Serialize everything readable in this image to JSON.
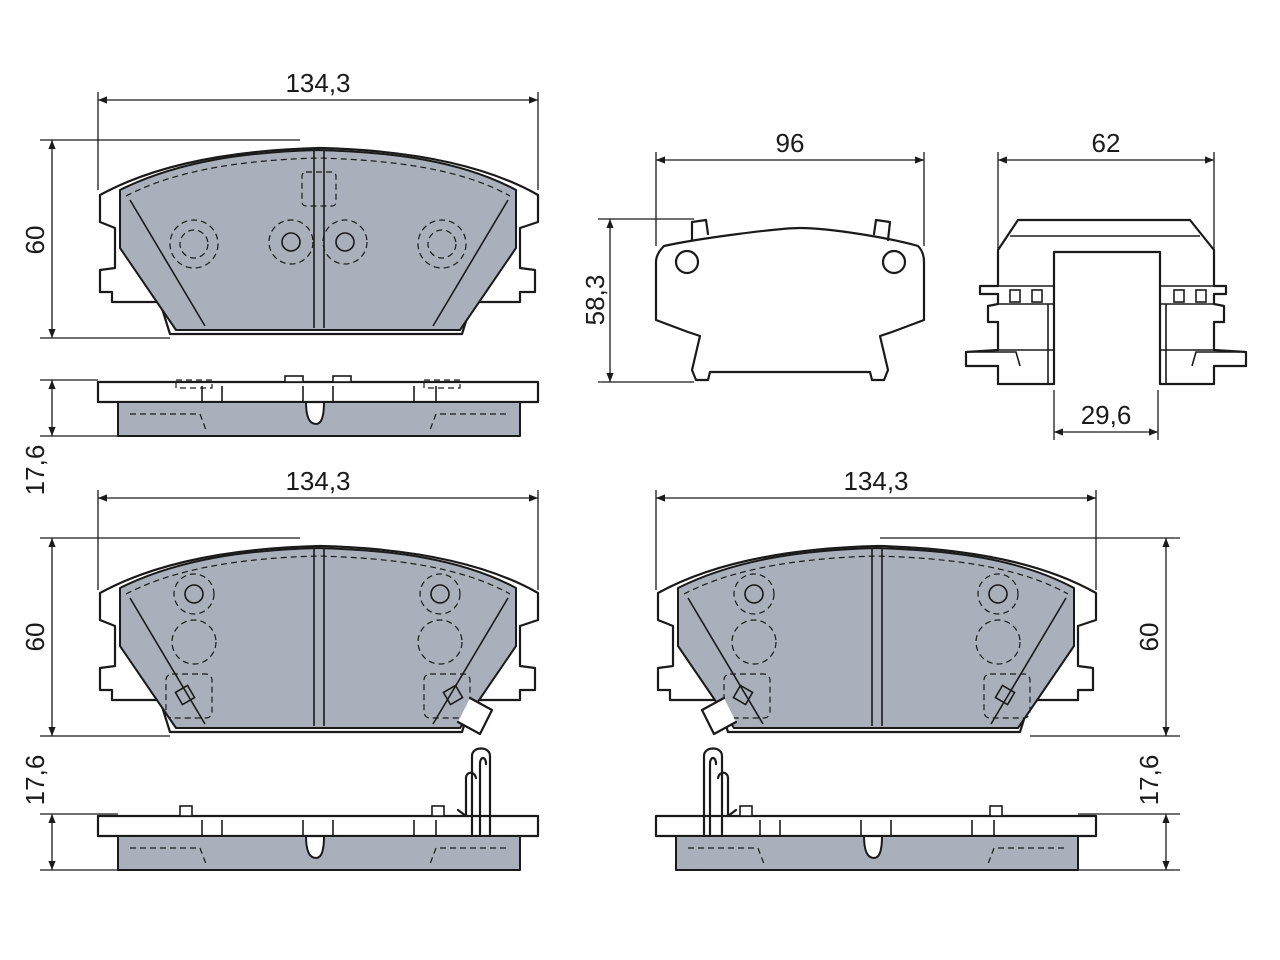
{
  "colors": {
    "friction": "#a9b0bb",
    "line": "#1a1a1a",
    "background": "#ffffff"
  },
  "dimensions": {
    "top_pad_width": "134,3",
    "top_pad_height": "60",
    "top_pad_thickness": "17,6",
    "shim_width": "96",
    "shim_height": "58,3",
    "clip_width": "62",
    "clip_inner_width": "29,6",
    "bottom_left_width": "134,3",
    "bottom_left_height": "60",
    "bottom_left_thickness": "17,6",
    "bottom_right_width": "134,3",
    "bottom_right_height": "60",
    "bottom_right_thickness": "17,6"
  }
}
